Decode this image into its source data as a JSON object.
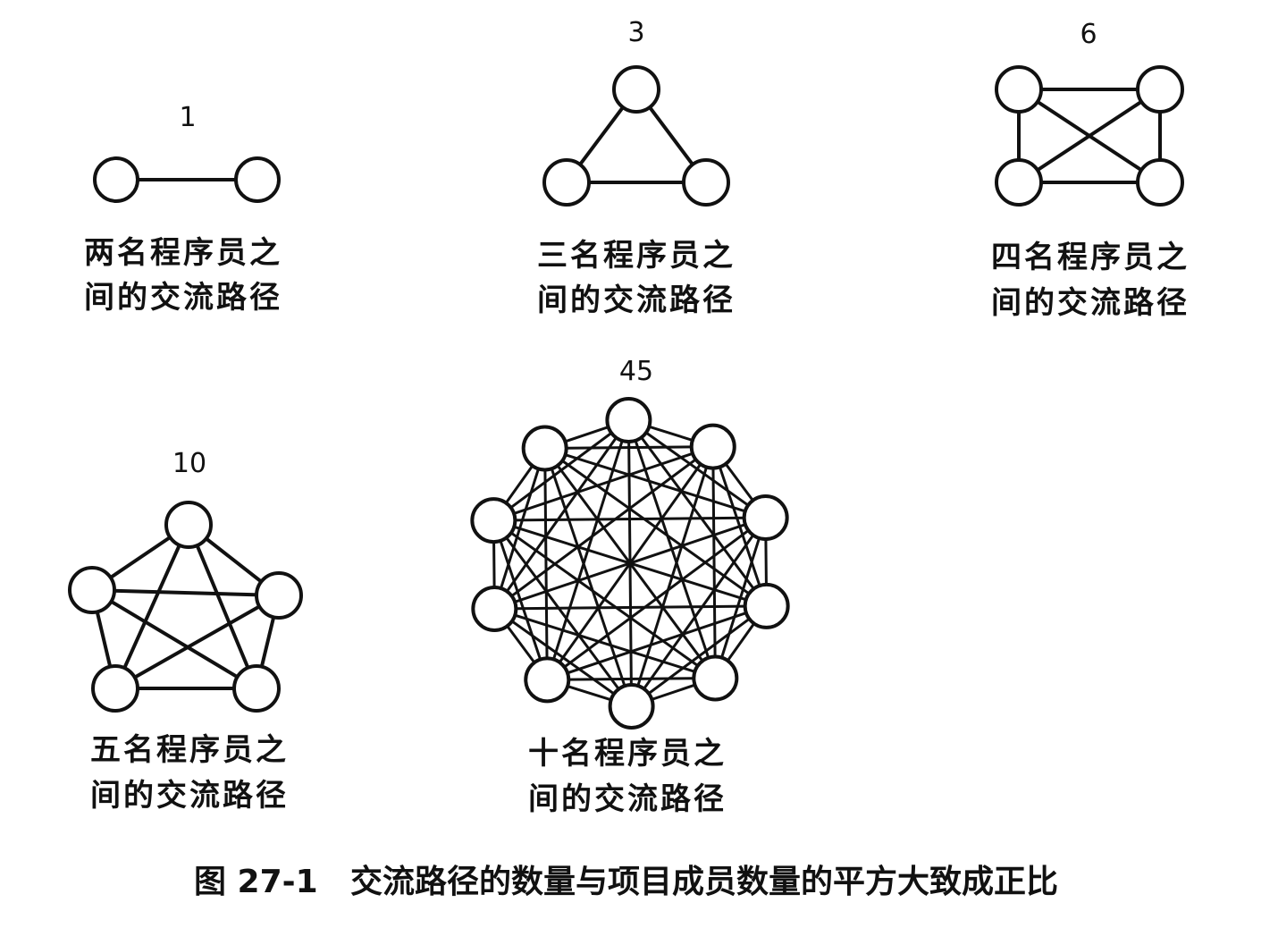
{
  "diagrams": [
    {
      "id": "two",
      "count": "1",
      "caption_line1": "两名程序员之",
      "caption_line2": "间的交流路径",
      "nodes": 2
    },
    {
      "id": "three",
      "count": "3",
      "caption_line1": "三名程序员之",
      "caption_line2": "间的交流路径",
      "nodes": 3
    },
    {
      "id": "four",
      "count": "6",
      "caption_line1": "四名程序员之",
      "caption_line2": "间的交流路径",
      "nodes": 4
    },
    {
      "id": "five",
      "count": "10",
      "caption_line1": "五名程序员之",
      "caption_line2": "间的交流路径",
      "nodes": 5
    },
    {
      "id": "ten",
      "count": "45",
      "caption_line1": "十名程序员之",
      "caption_line2": "间的交流路径",
      "nodes": 10
    }
  ],
  "figure": {
    "number": "图 27-1",
    "caption": "交流路径的数量与项目成员数量的平方大致成正比"
  }
}
